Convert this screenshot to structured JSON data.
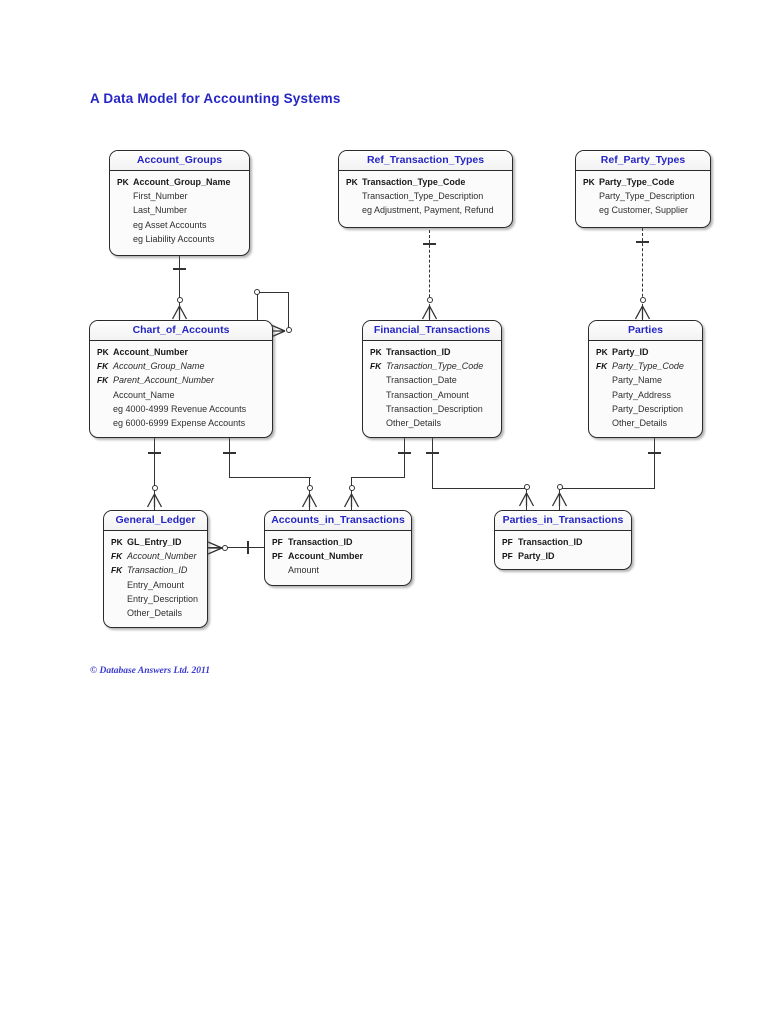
{
  "page": {
    "title": "A Data Model for Accounting Systems",
    "copyright": "© Database Answers Ltd. 2011",
    "title_color": "#2626c4",
    "entity_header_color": "#2626c4"
  },
  "diagram": {
    "type": "entity-relationship-diagram",
    "notation": "crows-foot",
    "entities": [
      {
        "id": "account_groups",
        "name": "Account_Groups",
        "attributes": [
          {
            "key": "PK",
            "name": "Account_Group_Name",
            "kind": "pk"
          },
          {
            "key": "",
            "name": "First_Number",
            "kind": "plain"
          },
          {
            "key": "",
            "name": "Last_Number",
            "kind": "plain"
          },
          {
            "key": "",
            "name": "eg Asset Accounts",
            "kind": "plain"
          },
          {
            "key": "",
            "name": "eg Liability Accounts",
            "kind": "plain"
          }
        ]
      },
      {
        "id": "ref_transaction_types",
        "name": "Ref_Transaction_Types",
        "attributes": [
          {
            "key": "PK",
            "name": "Transaction_Type_Code",
            "kind": "pk"
          },
          {
            "key": "",
            "name": "Transaction_Type_Description",
            "kind": "plain"
          },
          {
            "key": "",
            "name": "eg Adjustment, Payment, Refund",
            "kind": "plain"
          }
        ]
      },
      {
        "id": "ref_party_types",
        "name": "Ref_Party_Types",
        "attributes": [
          {
            "key": "PK",
            "name": "Party_Type_Code",
            "kind": "pk"
          },
          {
            "key": "",
            "name": "Party_Type_Description",
            "kind": "plain"
          },
          {
            "key": "",
            "name": "eg Customer, Supplier",
            "kind": "plain"
          }
        ]
      },
      {
        "id": "chart_of_accounts",
        "name": "Chart_of_Accounts",
        "attributes": [
          {
            "key": "PK",
            "name": "Account_Number",
            "kind": "pk"
          },
          {
            "key": "FK",
            "name": "Account_Group_Name",
            "kind": "fk"
          },
          {
            "key": "FK",
            "name": "Parent_Account_Number",
            "kind": "fk"
          },
          {
            "key": "",
            "name": "Account_Name",
            "kind": "plain"
          },
          {
            "key": "",
            "name": "eg 4000-4999 Revenue Accounts",
            "kind": "plain"
          },
          {
            "key": "",
            "name": "eg 6000-6999 Expense Accounts",
            "kind": "plain"
          }
        ]
      },
      {
        "id": "financial_transactions",
        "name": "Financial_Transactions",
        "attributes": [
          {
            "key": "PK",
            "name": "Transaction_ID",
            "kind": "pk"
          },
          {
            "key": "FK",
            "name": "Transaction_Type_Code",
            "kind": "fk"
          },
          {
            "key": "",
            "name": "Transaction_Date",
            "kind": "plain"
          },
          {
            "key": "",
            "name": "Transaction_Amount",
            "kind": "plain"
          },
          {
            "key": "",
            "name": "Transaction_Description",
            "kind": "plain"
          },
          {
            "key": "",
            "name": "Other_Details",
            "kind": "plain"
          }
        ]
      },
      {
        "id": "parties",
        "name": "Parties",
        "attributes": [
          {
            "key": "PK",
            "name": "Party_ID",
            "kind": "pk"
          },
          {
            "key": "FK",
            "name": "Party_Type_Code",
            "kind": "fk"
          },
          {
            "key": "",
            "name": "Party_Name",
            "kind": "plain"
          },
          {
            "key": "",
            "name": "Party_Address",
            "kind": "plain"
          },
          {
            "key": "",
            "name": "Party_Description",
            "kind": "plain"
          },
          {
            "key": "",
            "name": "Other_Details",
            "kind": "plain"
          }
        ]
      },
      {
        "id": "general_ledger",
        "name": "General_Ledger",
        "attributes": [
          {
            "key": "PK",
            "name": "GL_Entry_ID",
            "kind": "pk"
          },
          {
            "key": "FK",
            "name": "Account_Number",
            "kind": "fk"
          },
          {
            "key": "FK",
            "name": "Transaction_ID",
            "kind": "fk"
          },
          {
            "key": "",
            "name": "Entry_Amount",
            "kind": "plain"
          },
          {
            "key": "",
            "name": "Entry_Description",
            "kind": "plain"
          },
          {
            "key": "",
            "name": "Other_Details",
            "kind": "plain"
          }
        ]
      },
      {
        "id": "accounts_in_transactions",
        "name": "Accounts_in_Transactions",
        "attributes": [
          {
            "key": "PF",
            "name": "Transaction_ID",
            "kind": "pf"
          },
          {
            "key": "PF",
            "name": "Account_Number",
            "kind": "pf"
          },
          {
            "key": "",
            "name": "Amount",
            "kind": "plain"
          }
        ]
      },
      {
        "id": "parties_in_transactions",
        "name": "Parties_in_Transactions",
        "attributes": [
          {
            "key": "PF",
            "name": "Transaction_ID",
            "kind": "pf"
          },
          {
            "key": "PF",
            "name": "Party_ID",
            "kind": "pf"
          }
        ]
      }
    ],
    "relationships": [
      {
        "from": "account_groups",
        "to": "chart_of_accounts",
        "line": "solid",
        "from_end": "one",
        "to_end": "zero-or-many"
      },
      {
        "from": "ref_transaction_types",
        "to": "financial_transactions",
        "line": "dashed",
        "from_end": "one",
        "to_end": "zero-or-many"
      },
      {
        "from": "ref_party_types",
        "to": "parties",
        "line": "dashed",
        "from_end": "one",
        "to_end": "zero-or-many"
      },
      {
        "from": "chart_of_accounts",
        "to": "chart_of_accounts",
        "line": "solid",
        "from_end": "zero-or-one",
        "to_end": "zero-or-many"
      },
      {
        "from": "chart_of_accounts",
        "to": "general_ledger",
        "line": "solid",
        "from_end": "one",
        "to_end": "zero-or-many"
      },
      {
        "from": "chart_of_accounts",
        "to": "accounts_in_transactions",
        "line": "solid",
        "from_end": "one",
        "to_end": "zero-or-many"
      },
      {
        "from": "financial_transactions",
        "to": "accounts_in_transactions",
        "line": "solid",
        "from_end": "one",
        "to_end": "zero-or-many"
      },
      {
        "from": "financial_transactions",
        "to": "parties_in_transactions",
        "line": "solid",
        "from_end": "one",
        "to_end": "zero-or-many"
      },
      {
        "from": "parties",
        "to": "parties_in_transactions",
        "line": "solid",
        "from_end": "one",
        "to_end": "zero-or-many"
      },
      {
        "from": "general_ledger",
        "to": "accounts_in_transactions",
        "line": "solid",
        "from_end": "zero-or-many",
        "to_end": "one"
      }
    ]
  }
}
